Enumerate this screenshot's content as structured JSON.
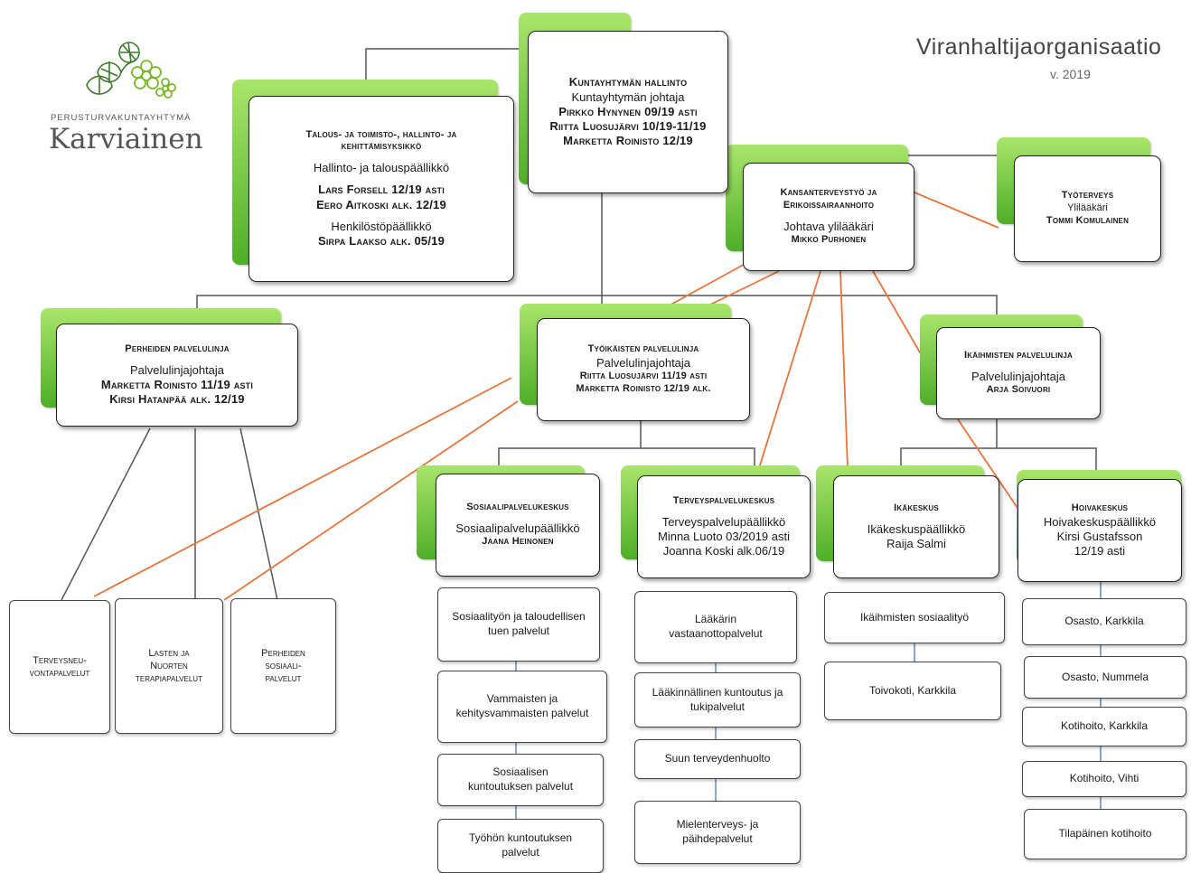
{
  "header": {
    "title": "Viranhaltijaorganisaatio",
    "year": "v. 2019"
  },
  "logo": {
    "subtitle": "PERUSTURVAKUNTAYHTYMÄ",
    "name": "Karviainen",
    "icon": "gooseberry-flower-logo"
  },
  "colors": {
    "tab_green": "#6cc43a",
    "orange_line": "#e8743b",
    "grey_line": "#555555"
  },
  "hallinto": {
    "title": "Kuntayhtymän hallinto",
    "role": "Kuntayhtymän johtaja",
    "lines": [
      "Pirkko Hynynen 09/19 asti",
      "Riitta Luosujärvi 10/19-11/19",
      "Marketta Roinisto 12/19"
    ]
  },
  "talous": {
    "title_1": "Talous- ja toimisto-, hallinto- ja",
    "title_2": "kehittämisyksikkö",
    "role_1": "Hallinto- ja talouspäällikkö",
    "lines_1": [
      "Lars Forsell 12/19 asti",
      "Eero Aitkoski alk. 12/19"
    ],
    "role_2": "Henkilöstöpäällikkö",
    "lines_2": [
      "Sirpa Laakso alk. 05/19"
    ]
  },
  "kansanterveys": {
    "title_1": "Kansanterveystyö ja",
    "title_2": "Erikoissairaanhoito",
    "role": "Johtava ylilääkäri",
    "name": "Mikko Purhonen"
  },
  "tyoterveys": {
    "title": "Työterveys",
    "role": "Ylilääkäri",
    "name": "Tommi Komulainen"
  },
  "perheiden": {
    "title": "Perheiden palvelulinja",
    "role": "Palvelulinjajohtaja",
    "lines": [
      "Marketta Roinisto 11/19 asti",
      "Kirsi Hatanpää alk. 12/19"
    ]
  },
  "tyoikaisten": {
    "title": "Työikäisten palvelulinja",
    "role": "Palvelulinjajohtaja",
    "lines": [
      "Riitta Luosujärvi 11/19 asti",
      "Marketta Roinisto 12/19 alk."
    ]
  },
  "ikaihmisten": {
    "title": "Ikäihmisten palvelulinja",
    "role": "Palvelulinjajohtaja",
    "name": "Arja Soivuori"
  },
  "sosiaalipalvelukeskus": {
    "title": "Sosiaalipalvelukeskus",
    "role": "Sosiaalipalvelupäällikkö",
    "name": "Jaana Heinonen"
  },
  "terveyspalvelukeskus": {
    "title": "Terveyspalvelukeskus",
    "role": "Terveyspalvelupäällikkö",
    "lines": [
      "Minna Luoto 03/2019 asti",
      "Joanna Koski alk.06/19"
    ]
  },
  "ikakeskus": {
    "title": "Ikäkeskus",
    "role": "Ikäkeskuspäällikkö",
    "name": "Raija Salmi"
  },
  "hoivakeskus": {
    "title": "Hoivakeskus",
    "role": "Hoivakeskuspäällikkö",
    "lines": [
      "Kirsi Gustafsson",
      "12/19 asti"
    ]
  },
  "perhe_leaves": [
    [
      "Terveysneu-",
      "vontapalvelut"
    ],
    [
      "Lasten ja",
      "Nuorten",
      "terapiapalvelut"
    ],
    [
      "Perheiden",
      "sosiaali-",
      "palvelut"
    ]
  ],
  "sosiaali_leaves": [
    [
      "Sosiaalityön ja taloudellisen",
      "tuen palvelut"
    ],
    [
      "Vammaisten ja",
      "kehitysvammaisten palvelut"
    ],
    [
      "Sosiaalisen",
      "kuntoutuksen palvelut"
    ],
    [
      "Työhön kuntoutuksen",
      "palvelut"
    ]
  ],
  "terveys_leaves": [
    [
      "Lääkärin",
      "vastaanottopalvelut"
    ],
    [
      "Lääkinnällinen kuntoutus ja",
      "tukipalvelut"
    ],
    [
      "Suun terveydenhuolto"
    ],
    [
      "Mielenterveys- ja",
      "päihdepalvelut"
    ]
  ],
  "ika_leaves": [
    [
      "Ikäihmisten sosiaalityö"
    ],
    [
      "Toivokoti, Karkkila"
    ]
  ],
  "hoiva_leaves": [
    [
      "Osasto, Karkkila"
    ],
    [
      "Osasto, Nummela"
    ],
    [
      "Kotihoito, Karkkila"
    ],
    [
      "Kotihoito, Vihti"
    ],
    [
      "Tilapäinen kotihoito"
    ]
  ]
}
